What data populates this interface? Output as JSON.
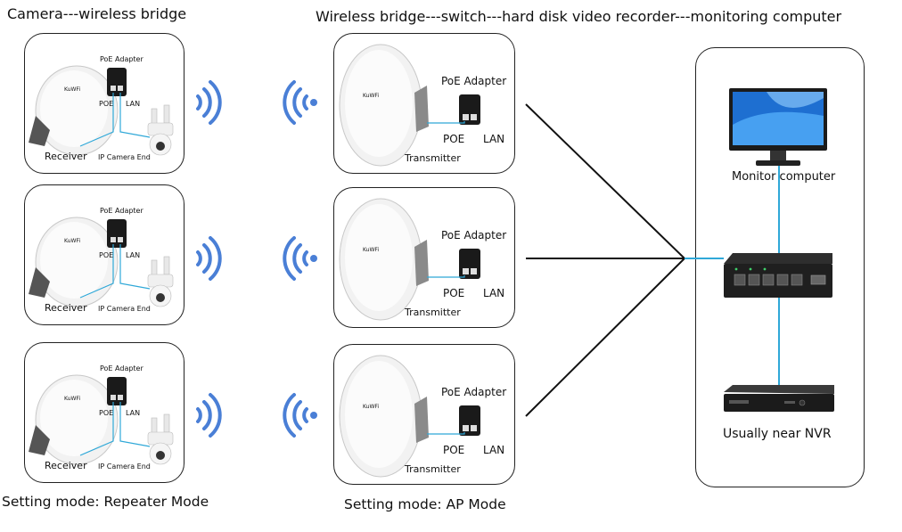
{
  "headers": {
    "left": "Camera---wireless bridge",
    "center": "Wireless bridge---switch---hard disk video recorder---monitoring computer"
  },
  "footers": {
    "left": "Setting mode: Repeater Mode",
    "center": "Setting mode: AP Mode"
  },
  "receiver_panel": {
    "poe_adapter": "PoE Adapter",
    "poe": "POE",
    "lan": "LAN",
    "receiver": "Receiver",
    "camera_end": "IP Camera End",
    "brand": "KuWFi"
  },
  "transmitter_panel": {
    "poe_adapter": "PoE Adapter",
    "poe": "POE",
    "lan": "LAN",
    "transmitter": "Transmitter",
    "brand": "KuWFi"
  },
  "network": {
    "monitor": "Monitor computer",
    "nvr": "Usually near NVR"
  },
  "colors": {
    "wifi": "#4a7fd6",
    "cable": "#2fa8d8",
    "line": "#111111"
  }
}
